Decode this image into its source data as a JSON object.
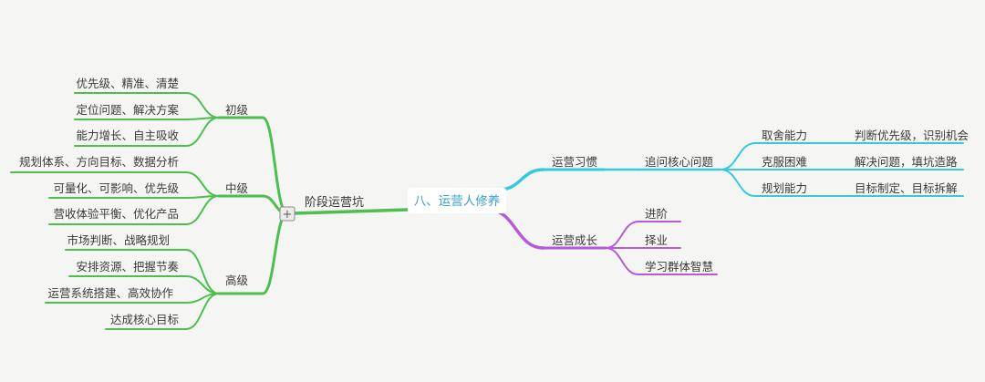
{
  "mindmap": {
    "root": {
      "label": "八、运营人修养"
    },
    "colors": {
      "green": "#4cbf4f",
      "cyan": "#35c9e0",
      "purple": "#b55bd6",
      "root_text": "#3d9fd1",
      "background": "#f5f6f3"
    },
    "left": {
      "label": "阶段运营坑",
      "collapse_symbol": "+",
      "children": [
        {
          "label": "初级",
          "children": [
            "优先级、精准、清楚",
            "定位问题、解决方案",
            "能力增长、自主吸收"
          ]
        },
        {
          "label": "中级",
          "children": [
            "规划体系、方向目标、数据分析",
            "可量化、可影响、优先级",
            "营收体验平衡、优化产品"
          ]
        },
        {
          "label": "高级",
          "children": [
            "市场判断、战略规划",
            "安排资源、把握节奏",
            "运营系统搭建、高效协作",
            "达成核心目标"
          ]
        }
      ]
    },
    "right": [
      {
        "label": "运营习惯",
        "children": [
          {
            "label": "追问核心问题",
            "children": [
              {
                "label": "取舍能力",
                "detail": "判断优先级，识别机会"
              },
              {
                "label": "克服困难",
                "detail": "解决问题，填坑造路"
              },
              {
                "label": "规划能力",
                "detail": "目标制定、目标拆解"
              }
            ]
          }
        ]
      },
      {
        "label": "运营成长",
        "children": [
          "进阶",
          "择业",
          "学习群体智慧"
        ]
      }
    ]
  }
}
